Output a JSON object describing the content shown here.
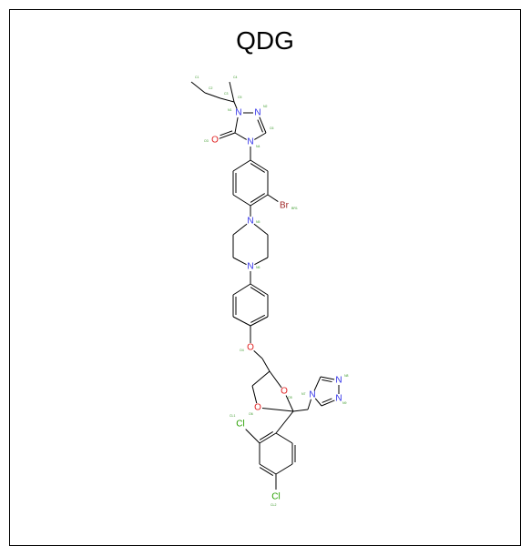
{
  "title": "QDG",
  "colors": {
    "bond": "#000000",
    "nitrogen": "#3030e8",
    "oxygen": "#e02020",
    "bromine": "#a02828",
    "chlorine": "#28a000",
    "atom_label": "#3d9a2c"
  },
  "heteroatoms": {
    "n1": "N",
    "n2": "N",
    "n4": "N",
    "o_carbonyl": "O",
    "br": "Br",
    "n_pip1": "N",
    "n_pip2": "N",
    "o_ether": "O",
    "o_diox1": "O",
    "o_diox2": "O",
    "n_tz1": "N",
    "n_tz2": "N",
    "n_tz3": "N",
    "cl1": "Cl",
    "cl2": "Cl"
  },
  "atom_labels": {
    "n1": "N1",
    "n2": "N2",
    "n4": "N4",
    "o_carbonyl": "O3",
    "br": "BR1",
    "n_pip1": "N5",
    "n_pip2": "N6",
    "o_ether": "O4",
    "o_diox1": "O5",
    "o_diox2": "O6",
    "n_tz1": "N7",
    "n_tz2": "N8",
    "n_tz3": "N9",
    "cl1": "CL1",
    "cl2": "CL2",
    "c1": "C1",
    "c2": "C2",
    "c3": "C3",
    "c4": "C4",
    "c5": "C5",
    "c6": "C6"
  }
}
